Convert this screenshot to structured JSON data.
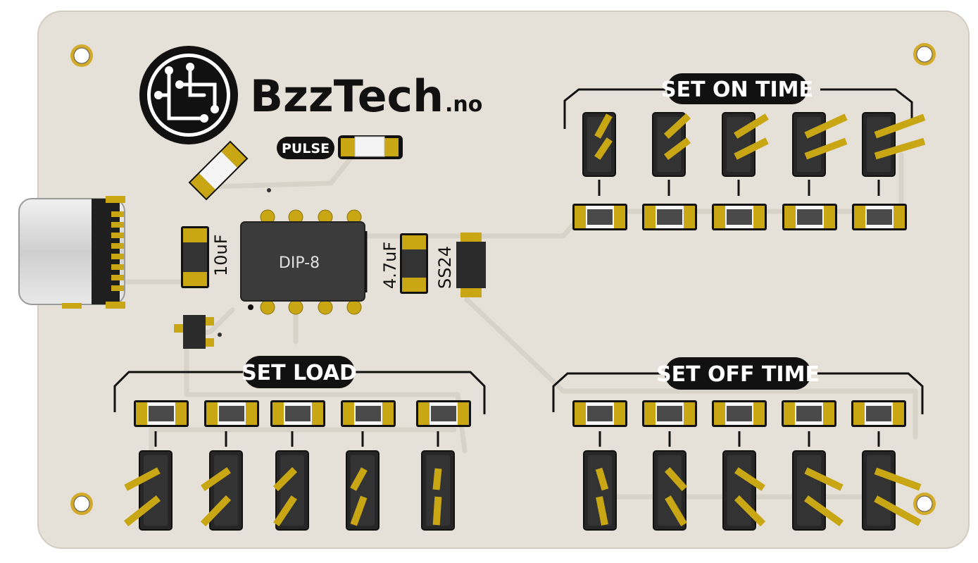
{
  "brand": {
    "name": "BzzTech",
    "suffix": ".no"
  },
  "labels": {
    "pulse": "PULSE",
    "set_on_time": "SET ON TIME",
    "set_off_time": "SET OFF TIME",
    "set_load": "SET LOAD",
    "ic": "DIP-8",
    "cap_input": "10uF",
    "cap_timing": "4.7uF",
    "diode": "SS24"
  },
  "colors": {
    "board": "#e6e1d8",
    "trace": "#dcd7cd",
    "gold": "#c8a614",
    "silkscreen": "#111111",
    "component_body": "#333333"
  },
  "icons": {
    "logo": "circuit-logo-icon",
    "usb": "usb-c-connector-icon",
    "led": "led-icon"
  }
}
